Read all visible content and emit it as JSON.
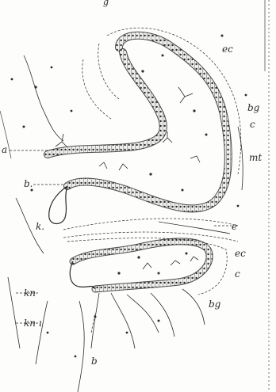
{
  "figure": {
    "labels": {
      "ec_top": "ec",
      "bg_top": "bg",
      "c_top": "c",
      "mt": "mt",
      "a": "a",
      "b_top": "b.",
      "e": "e",
      "ec_bottom": "ec",
      "c_bottom": "c",
      "bg_bottom": "bg",
      "k": "k.",
      "kn": "kn",
      "kn1": "kn ı",
      "b_bottom": "b",
      "g_top": "g"
    },
    "colors": {
      "ink": "#2a2a2a",
      "paper": "#fdfdfc",
      "fill": "#e9e9e6"
    }
  }
}
